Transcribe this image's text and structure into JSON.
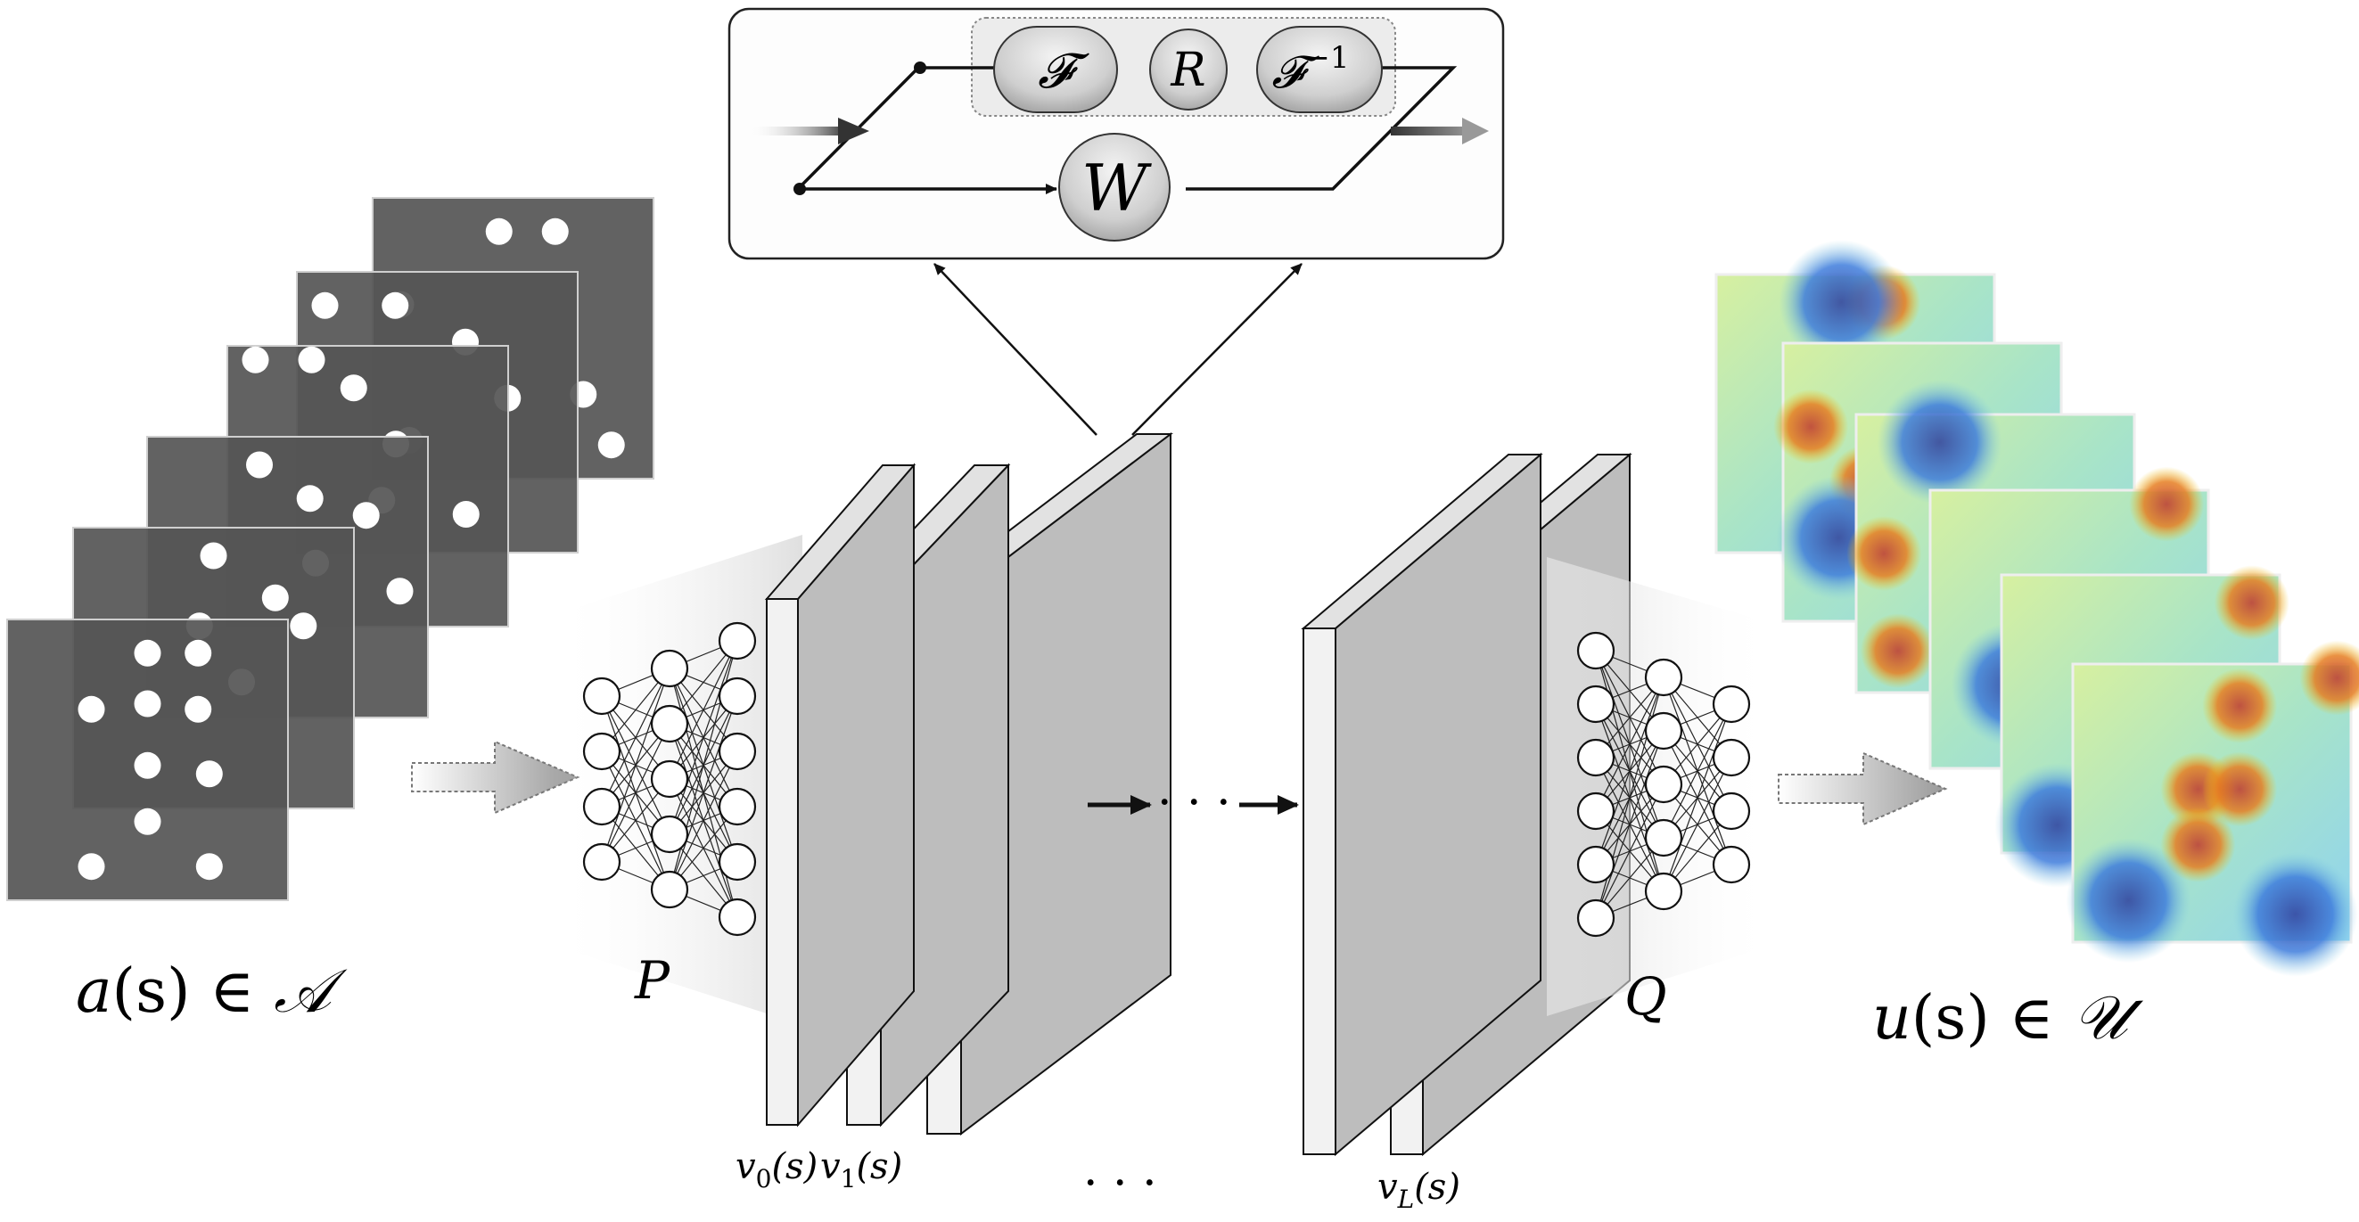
{
  "input": {
    "label_a": "a",
    "label_paren": "(s) ∈ ",
    "label_set": "𝒜",
    "frames": [
      {
        "bg": "#555555",
        "dots": [
          [
            0.45,
            0.12
          ],
          [
            0.65,
            0.12
          ],
          [
            0.1,
            0.38
          ],
          [
            0.75,
            0.7
          ],
          [
            0.85,
            0.88
          ]
        ]
      },
      {
        "bg": "#555555",
        "dots": [
          [
            0.1,
            0.12
          ],
          [
            0.35,
            0.12
          ],
          [
            0.6,
            0.25
          ],
          [
            0.75,
            0.45
          ],
          [
            0.4,
            0.6
          ]
        ]
      },
      {
        "bg": "#555555",
        "dots": [
          [
            0.1,
            0.05
          ],
          [
            0.3,
            0.05
          ],
          [
            0.45,
            0.15
          ],
          [
            0.6,
            0.35
          ],
          [
            0.55,
            0.55
          ],
          [
            0.85,
            0.6
          ]
        ]
      },
      {
        "bg": "#555555",
        "dots": [
          [
            0.4,
            0.1
          ],
          [
            0.58,
            0.22
          ],
          [
            0.78,
            0.28
          ],
          [
            0.6,
            0.45
          ],
          [
            0.9,
            0.55
          ]
        ]
      },
      {
        "bg": "#555555",
        "dots": [
          [
            0.5,
            0.1
          ],
          [
            0.72,
            0.25
          ],
          [
            0.45,
            0.35
          ],
          [
            0.6,
            0.55
          ],
          [
            0.82,
            0.35
          ]
        ]
      },
      {
        "bg": "#555555",
        "dots": [
          [
            0.5,
            0.12
          ],
          [
            0.68,
            0.12
          ],
          [
            0.5,
            0.3
          ],
          [
            0.3,
            0.32
          ],
          [
            0.68,
            0.32
          ],
          [
            0.72,
            0.55
          ],
          [
            0.5,
            0.52
          ],
          [
            0.5,
            0.72
          ],
          [
            0.3,
            0.88
          ],
          [
            0.72,
            0.88
          ]
        ]
      }
    ]
  },
  "lifting": {
    "label": "P",
    "layers": [
      4,
      5,
      6
    ]
  },
  "projection": {
    "label": "Q",
    "layers": [
      6,
      5,
      4
    ]
  },
  "fourier_block": {
    "box_F": "𝓕",
    "box_R": "R",
    "box_Finv_base": "𝓕",
    "box_Finv_sup": "−1",
    "box_W": "W"
  },
  "layers": {
    "v0": {
      "base": "v",
      "sub": "0",
      "tail": "(s)"
    },
    "v1": {
      "base": "v",
      "sub": "1",
      "tail": "(s)"
    },
    "vL": {
      "base": "v",
      "sub": "L",
      "tail": "(s)"
    },
    "ellipsis_middle": "· · ·",
    "ellipsis_bottom": "· · ·"
  },
  "output": {
    "label_u": "u",
    "label_paren": "(s) ∈ ",
    "label_set": "𝒰"
  },
  "colors": {
    "slab_front": "#f2f2f2",
    "slab_side": "#bdbdbd",
    "slab_top": "#e2e2e2",
    "node_fill": "#ffffff",
    "arrow_dark": "#222222"
  }
}
